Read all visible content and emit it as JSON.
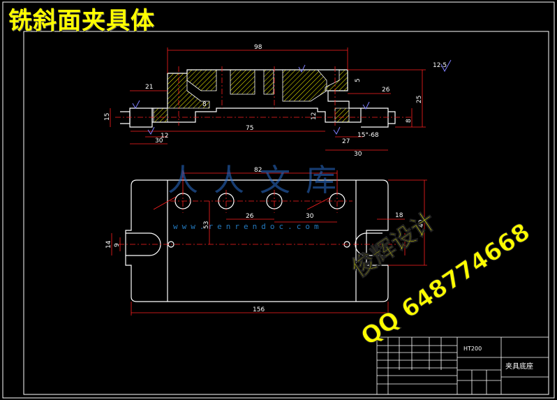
{
  "title": "铣斜面夹具体",
  "watermark": {
    "logo_text": "人人文库",
    "site": "www.renrendoc.com",
    "designer": "俊辉设计",
    "qq": "QQ 648774668"
  },
  "top_view_dims": {
    "overall_width": "98",
    "left_offset": "21",
    "right_offset": "26",
    "height_right": "25",
    "left_height": "15",
    "center_span": "75",
    "left_span": "30",
    "right_span": "30",
    "left_small": "12",
    "right_small": "12",
    "gap_8_left": "8",
    "gap_8_right": "8",
    "small_27": "27",
    "dim_5": "5",
    "angle_text": "15°-68",
    "roughness": "12.5"
  },
  "plan_view_dims": {
    "hole_span": "82",
    "hole_pitch_a": "26",
    "hole_pitch_b": "30",
    "vertical_53": "53",
    "slot_14": "14",
    "slot_9": "9",
    "right_18": "18",
    "right_40": "40",
    "overall_length": "156"
  },
  "title_block": {
    "material": "HT200",
    "part_name": "夹具底座"
  },
  "colors": {
    "background": "#000000",
    "outline": "#ffffff",
    "dimension": "#ff2020",
    "hatch": "#ffff00",
    "centerline": "#ff2020",
    "symbol": "#8080ff",
    "title": "#ffff00"
  }
}
